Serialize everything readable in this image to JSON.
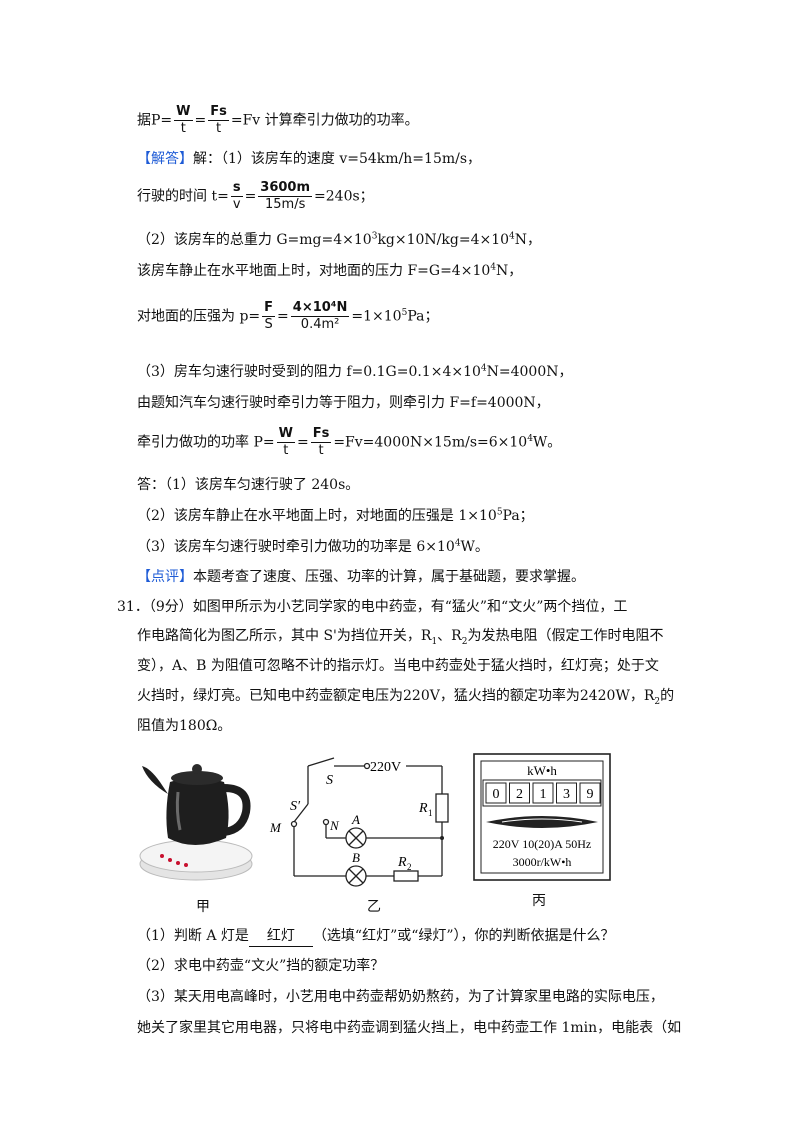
{
  "lines": {
    "l1_prefix": "据P=",
    "l1_f1_num": "W",
    "l1_f1_den": "t",
    "l1_eq": "=",
    "l1_f2_num": "Fs",
    "l1_f2_den": "t",
    "l1_suffix": "=Fv 计算牵引力做功的功率。",
    "l2_tag": "【解答】",
    "l2_text": "解：（1）该房车的速度 v=54km/h=15m/s，",
    "l3_prefix": "行驶的时间 t=",
    "l3_f1_num": "s",
    "l3_f1_den": "v",
    "l3_eq": "=",
    "l3_f2_num": "3600m",
    "l3_f2_den": "15m/s",
    "l3_suffix": "=240s；",
    "l4_text_a": "（2）该房车的总重力 G=mg=4×10",
    "l4_sup1": "3",
    "l4_text_b": "kg×10N/kg=4×10",
    "l4_sup2": "4",
    "l4_text_c": "N，",
    "l5_text_a": "该房车静止在水平地面上时，对地面的压力 F=G=4×10",
    "l5_sup": "4",
    "l5_text_b": "N，",
    "l6_prefix": "对地面的压强为 p=",
    "l6_f1_num": "F",
    "l6_f1_den": "S",
    "l6_eq": "=",
    "l6_f2_num": "4×10⁴N",
    "l6_f2_den": "0.4m²",
    "l6_text_a": "=1×10",
    "l6_sup": "5",
    "l6_text_b": "Pa；",
    "l7_text_a": "（3）房车匀速行驶时受到的阻力 f=0.1G=0.1×4×10",
    "l7_sup": "4",
    "l7_text_b": "N=4000N，",
    "l8_text": "由题知汽车匀速行驶时牵引力等于阻力，则牵引力 F=f=4000N，",
    "l9_prefix": "牵引力做功的功率 P=",
    "l9_f1_num": "W",
    "l9_f1_den": "t",
    "l9_eq": "=",
    "l9_f2_num": "Fs",
    "l9_f2_den": "t",
    "l9_text_a": "=Fv=4000N×15m/s=6×10",
    "l9_sup": "4",
    "l9_text_b": "W。",
    "l10_text": "答：（1）该房车匀速行驶了 240s。",
    "l11_text_a": "（2）该房车静止在水平地面上时，对地面的压强是 1×10",
    "l11_sup": "5",
    "l11_text_b": "Pa；",
    "l12_text_a": "（3）该房车匀速行驶时牵引力做功的功率是 6×10",
    "l12_sup": "4",
    "l12_text_b": "W。",
    "l13_tag": "【点评】",
    "l13_text": "本题考查了速度、压强、功率的计算，属于基础题，要求掌握。"
  },
  "question": {
    "q_line1": "31．（9分）如图甲所示为小艺同学家的电中药壶，有“猛火”和“文火”两个挡位，工",
    "q_line2_a": "作电路简化为图乙所示，其中 S'为挡位开关，R",
    "q_line2_sub1": "1",
    "q_line2_b": "、R",
    "q_line2_sub2": "2",
    "q_line2_c": "为发热电阻（假定工作时电阻不",
    "q_line3": "变），A、B 为阻值可忽略不计的指示灯。当电中药壶处于猛火挡时，红灯亮；处于文",
    "q_line4_a": "火挡时，绿灯亮。已知电中药壶额定电压为220V，猛火挡的额定功率为2420W，R",
    "q_line4_sub": "2",
    "q_line4_b": "的",
    "q_line5": "阻值为180Ω。",
    "caption_jia": "甲",
    "caption_yi": "乙",
    "caption_bing": "丙",
    "sub1_prefix": "（1）判断 A 灯是",
    "sub1_answer": "红灯",
    "sub1_suffix": "（选填“红灯”或“绿灯”），你的判断依据是什么？",
    "sub2": "（2）求电中药壶“文火”挡的额定功率？",
    "sub3_line1": "（3）某天用电高峰时，小艺用电中药壶帮奶奶熬药，为了计算家里电路的实际电压，",
    "sub3_line2": "她关了家里其它用电器，只将电中药壶调到猛火挡上，电中药壶工作 1min，电能表（如"
  },
  "circuit": {
    "label_s": "S",
    "label_voltage": "220V",
    "label_s_prime": "S′",
    "label_m": "M",
    "label_n": "N",
    "label_a": "A",
    "label_b": "B",
    "label_r1": "R",
    "label_r1_sub": "1",
    "label_r2": "R",
    "label_r2_sub": "2"
  },
  "meter": {
    "unit": "kW•h",
    "digits": [
      "0",
      "2",
      "1",
      "3",
      "9"
    ],
    "spec": "220V 10(20)A 50Hz",
    "rate": "3000r/kW•h"
  },
  "colors": {
    "tag_blue": "#1e5bd6"
  }
}
